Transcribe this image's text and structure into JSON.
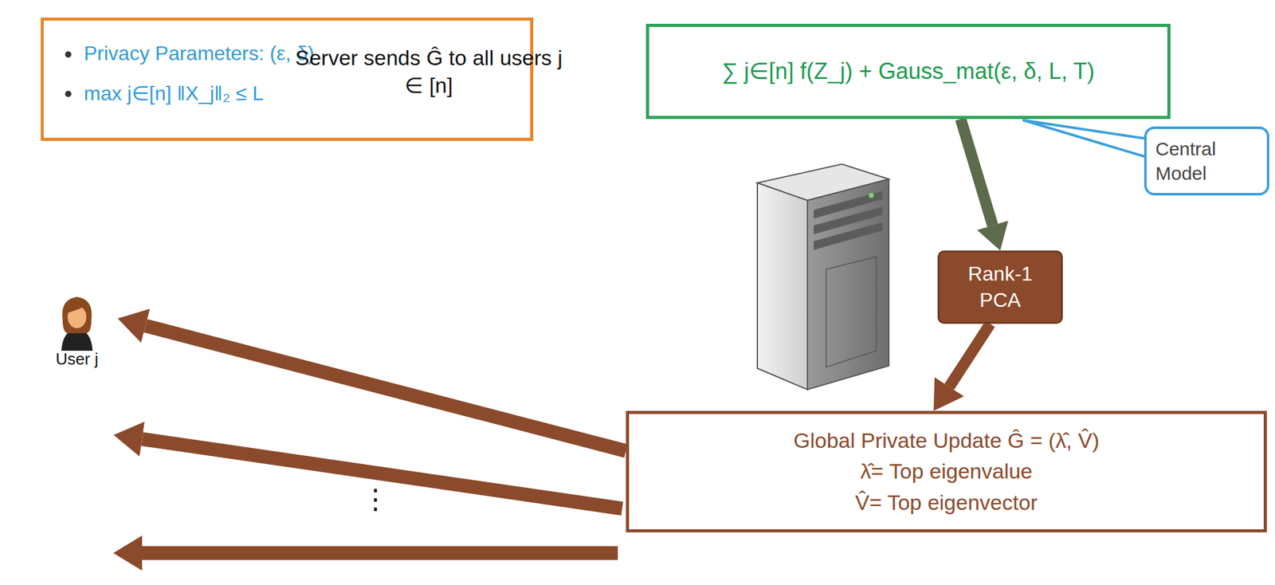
{
  "diagram": {
    "nodes": [
      {
        "text": [
          "Privacy Parameters: (ε, δ)",
          "max j∈[n] ‖X_j‖₂ ≤ L"
        ]
      },
      {
        "text": [
          "∑ j∈[n] f(Z_j) + Gauss_mat(ε, δ, L, T)"
        ]
      },
      {
        "text": [
          "Central Model"
        ]
      },
      {
        "text": [
          "Rank-1 PCA"
        ]
      },
      {
        "text": [
          "Global Private Update Ĝ = (λ̂, V̂)",
          "λ̂= Top eigenvalue",
          "V̂= Top eigenvector"
        ]
      },
      {
        "text": [
          "User j"
        ]
      }
    ],
    "edges": [
      {
        "from": 2,
        "to": 1,
        "arrow": "none"
      },
      {
        "from": 1,
        "to": 3,
        "arrow": "to"
      },
      {
        "from": 3,
        "to": 4,
        "arrow": "to"
      },
      {
        "from": 4,
        "to": 5,
        "arrow": "to"
      }
    ],
    "labels": [
      "Server sends Ĝ to all users j ∈ [n]",
      "⋮"
    ]
  }
}
